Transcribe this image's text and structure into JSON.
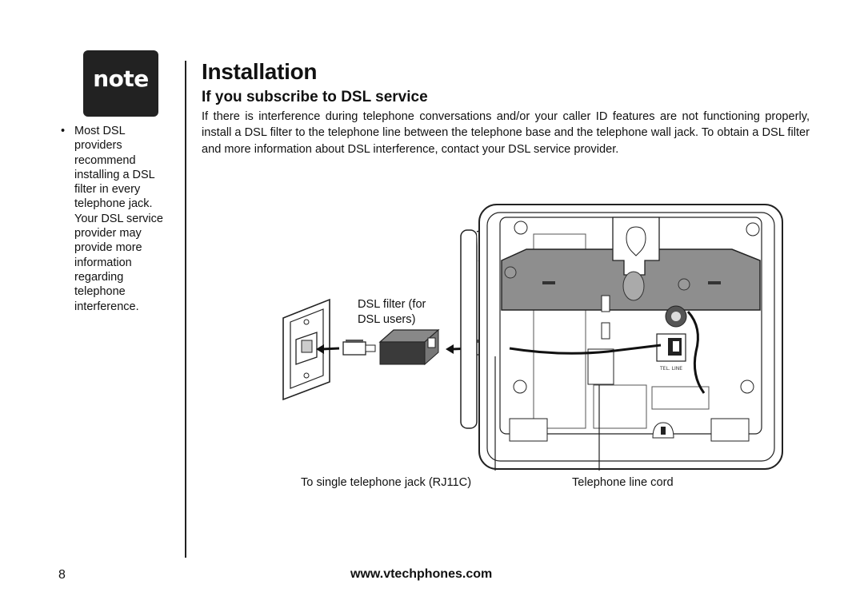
{
  "sidebar": {
    "badge": "note",
    "bullet": "•",
    "bullet_lines": [
      "Most DSL",
      "providers",
      "recommend",
      "installing a DSL",
      "filter in every",
      "telephone jack.",
      "Your DSL service",
      "provider may",
      "provide more",
      "information",
      "regarding",
      "telephone",
      "interference."
    ]
  },
  "main": {
    "title": "Installation",
    "subtitle": "If you subscribe to DSL service",
    "paragraph": "If there is interference during telephone conversations and/or your caller ID features are not functioning properly, install a DSL filter to the telephone line between the telephone base and the telephone wall jack. To obtain a DSL filter and more information about DSL interference, contact your DSL service provider."
  },
  "diagram": {
    "filter_label_line1": "DSL filter (for",
    "filter_label_line2": "DSL users)",
    "jack_label": "To single telephone jack (RJ11C)",
    "cord_label": "Telephone line cord",
    "tel_line_mark": "TEL. LINE"
  },
  "footer": {
    "page_number": "8",
    "url": "www.vtechphones.com"
  }
}
